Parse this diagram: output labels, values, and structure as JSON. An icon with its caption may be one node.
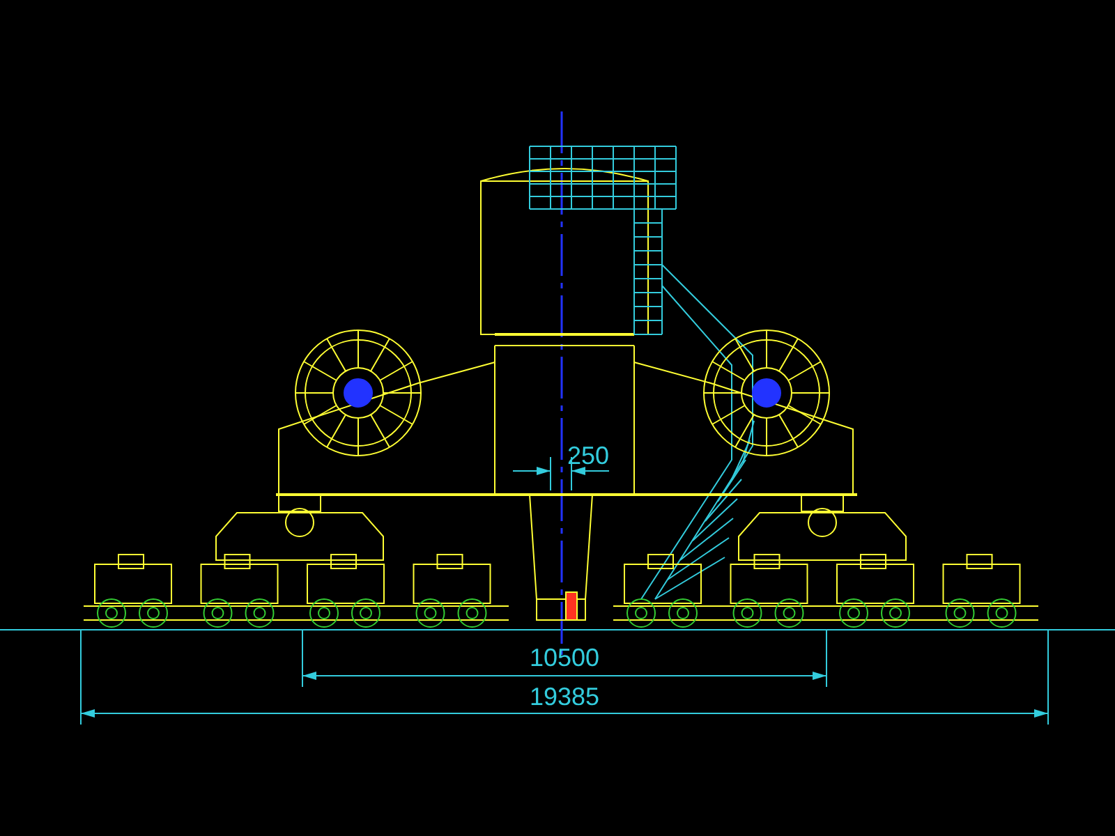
{
  "diagram": {
    "labels": [
      "250",
      "10500",
      "19385"
    ]
  }
}
